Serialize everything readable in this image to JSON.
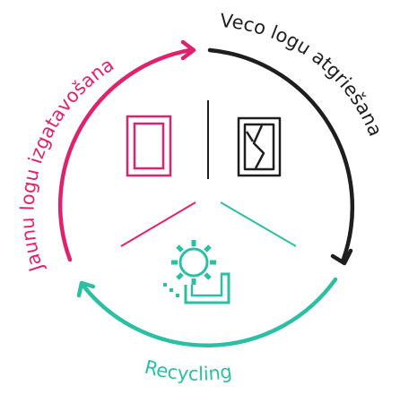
{
  "colors": {
    "pink": "#e0226e",
    "dark": "#1e1e1e",
    "teal": "#2bbfa4",
    "background": "#ffffff"
  },
  "labels": {
    "new_windows": "Jaunu logu izgatavošana",
    "old_windows": "Veco logu atgriešana",
    "recycling": "Recycling"
  },
  "icons": {
    "new_window": "new-window-icon",
    "broken_window": "broken-window-icon",
    "recycling": "recycling-gear-icon"
  }
}
